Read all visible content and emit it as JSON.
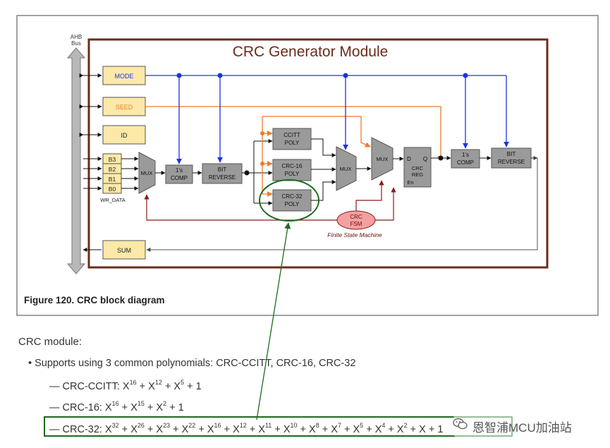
{
  "diagram": {
    "title": "CRC Generator Module",
    "bus_label": [
      "AHB",
      "Bus"
    ],
    "registers": {
      "mode": "MODE",
      "seed": "SEED",
      "id": "ID",
      "sum": "SUM"
    },
    "inputs": [
      "B3",
      "B2",
      "B1",
      "B0"
    ],
    "wr_data": "WR_DATA",
    "blocks": {
      "mux": "MUX",
      "ones_comp": [
        "1's",
        "COMP"
      ],
      "bit_reverse": [
        "BIT",
        "REVERSE"
      ],
      "ccitt_poly": [
        "CCITT",
        "POLY"
      ],
      "crc16_poly": [
        "CRC-16",
        "POLY"
      ],
      "crc32_poly": [
        "CRC-32",
        "POLY"
      ],
      "crc_reg": [
        "CRC",
        "REG"
      ],
      "reg_d": "D",
      "reg_q": "Q",
      "reg_en": "En",
      "fsm": [
        "CRC",
        "FSM"
      ],
      "fsm_caption": "Finite State Machine"
    },
    "colors": {
      "module_border": "#6b2d1a",
      "register_fill": "#fce9a8",
      "block_fill": "#9a9a9a",
      "blue_line": "#1a33e6",
      "orange_line": "#f07a2a",
      "red_line": "#8b1a1a",
      "highlight": "#1e6a1e"
    }
  },
  "caption": "Figure 120.  CRC block diagram",
  "notes": {
    "heading": "CRC module:",
    "bullet": "Supports using 3 common polynomials: CRC-CCITT, CRC-16, CRC-32",
    "poly_ccitt": {
      "label": "— CRC-CCITT: ",
      "terms": [
        [
          "X",
          "16"
        ],
        [
          "X",
          "12"
        ],
        [
          "X",
          "5"
        ],
        [
          "1",
          ""
        ]
      ]
    },
    "poly_16": {
      "label": "— CRC-16: ",
      "terms": [
        [
          "X",
          "16"
        ],
        [
          "X",
          "15"
        ],
        [
          "X",
          "2"
        ],
        [
          "1",
          ""
        ]
      ]
    },
    "poly_32": {
      "label": "— CRC-32: ",
      "terms": [
        [
          "X",
          "32"
        ],
        [
          "X",
          "26"
        ],
        [
          "X",
          "23"
        ],
        [
          "X",
          "22"
        ],
        [
          "X",
          "16"
        ],
        [
          "X",
          "12"
        ],
        [
          "X",
          "11"
        ],
        [
          "X",
          "10"
        ],
        [
          "X",
          "8"
        ],
        [
          "X",
          "7"
        ],
        [
          "X",
          "5"
        ],
        [
          "X",
          "4"
        ],
        [
          "X",
          "2"
        ],
        [
          "X",
          ""
        ],
        [
          "1",
          ""
        ]
      ]
    }
  },
  "watermark": "恩智浦MCU加油站"
}
